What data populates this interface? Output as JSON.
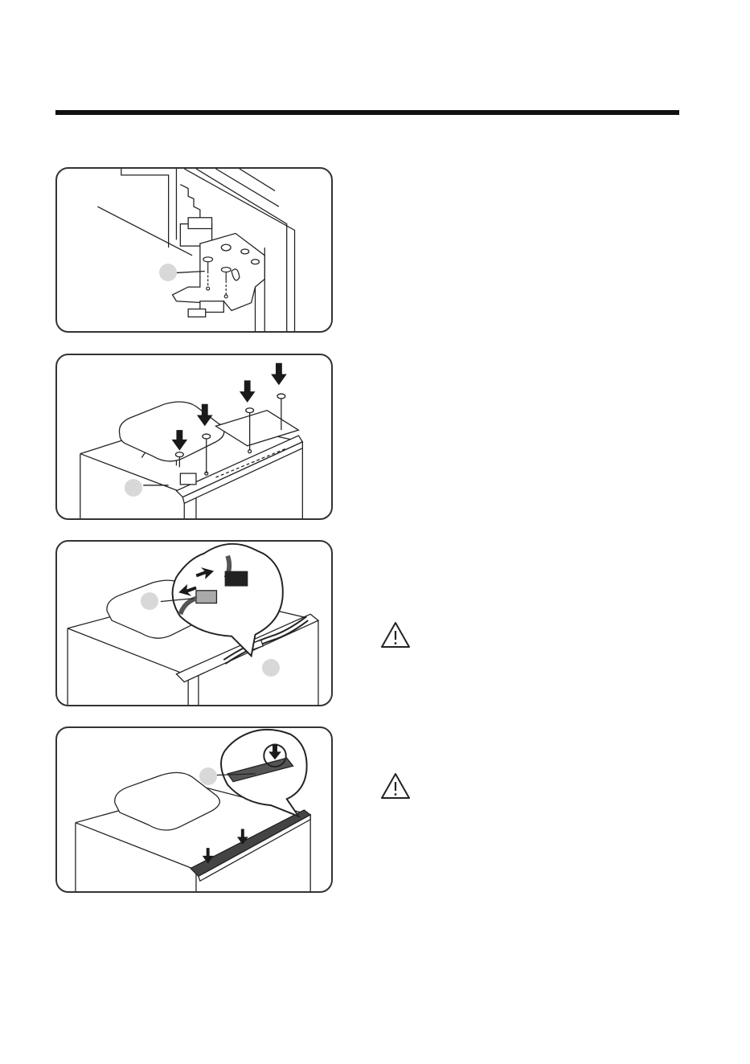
{
  "page": {
    "background": "#ffffff",
    "rule_color": "#111111"
  },
  "steps": [
    {
      "figure": "hinge-bracket-screws",
      "callout_badge": ""
    },
    {
      "figure": "top-cover-screws",
      "callout_badge": ""
    },
    {
      "figure": "wire-connector",
      "callout_badges": [
        "",
        ""
      ]
    },
    {
      "figure": "cable-trim-cover",
      "callout_badge": ""
    }
  ],
  "warnings": [
    {
      "icon": "warning-triangle-icon",
      "text": ""
    },
    {
      "icon": "warning-triangle-icon",
      "text": ""
    }
  ]
}
